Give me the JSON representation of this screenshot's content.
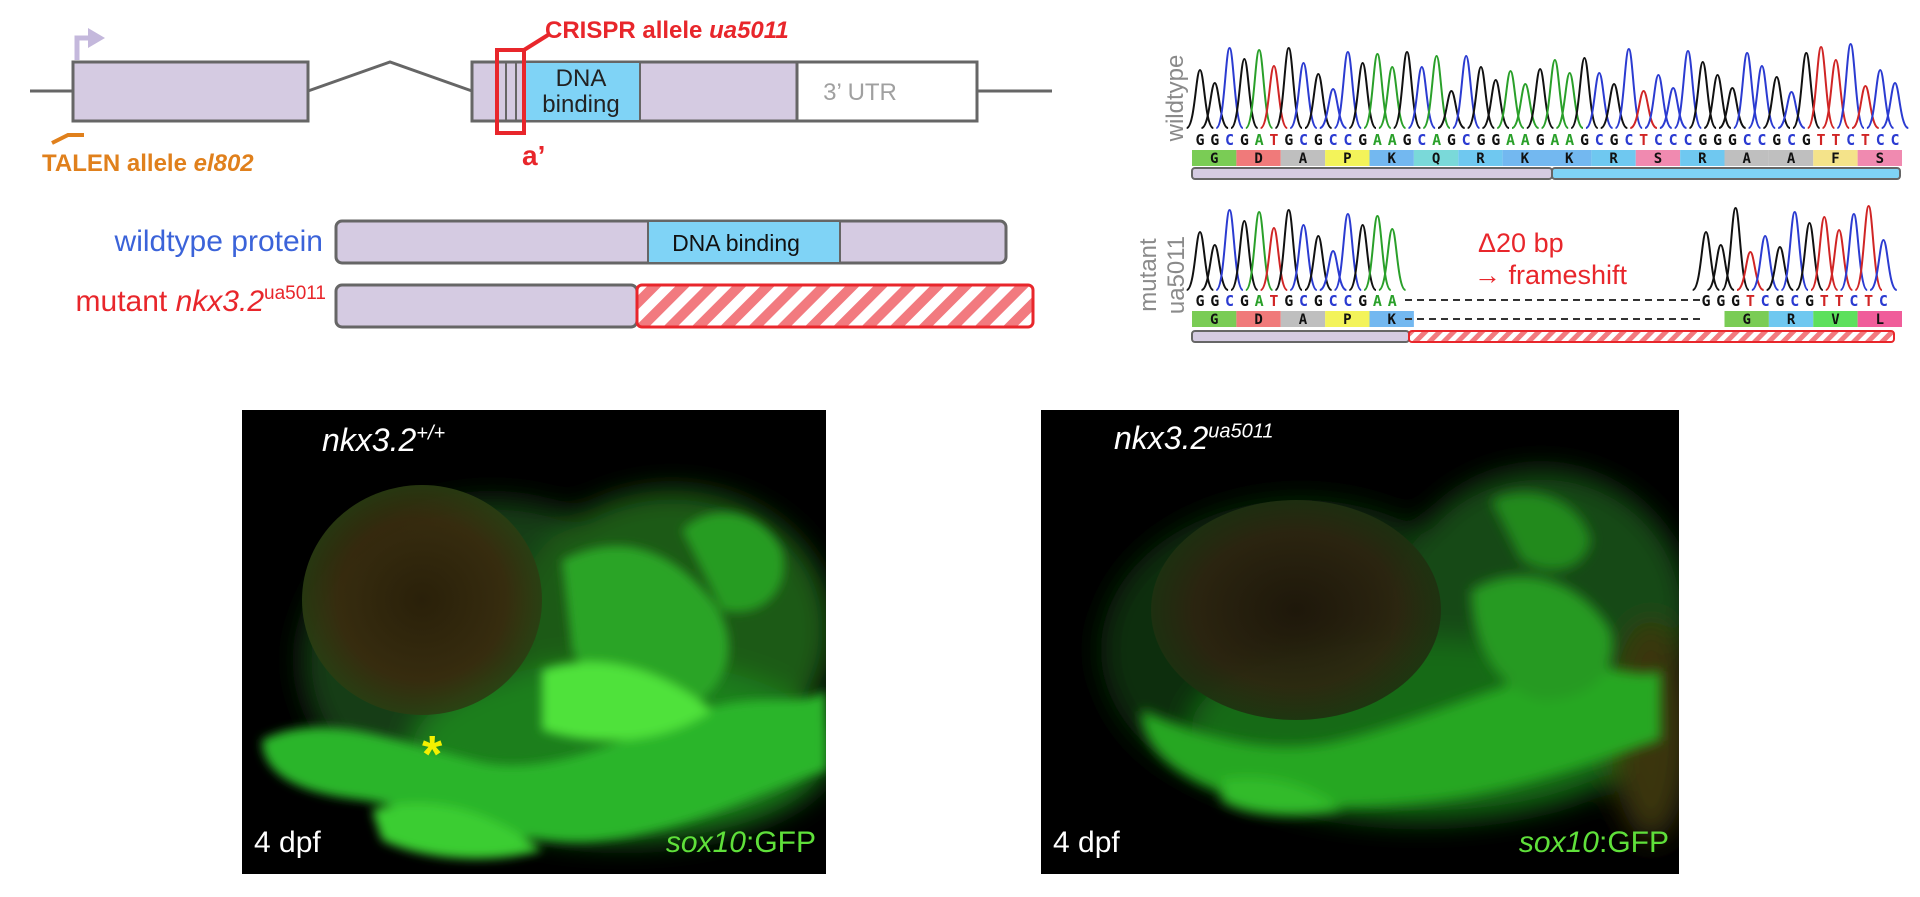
{
  "colors": {
    "exon_fill": "#d5cbe2",
    "dna_binding_fill": "#7fd3f6",
    "wildtype_label": "#3b63d9",
    "mutant_label": "#e8262b",
    "talen_orange": "#e0801c",
    "utr_text": "#a0a0a0",
    "gfp_green": "#35d12b",
    "asterisk": "#f4f000"
  },
  "gene_diagram": {
    "dna_binding_label_line1": "DNA",
    "dna_binding_label_line2": "binding",
    "utr_label": "3’ UTR",
    "crispr_label": "CRISPR allele ",
    "crispr_allele": "ua5011",
    "crispr_panel_ref": "a’",
    "talen_label": "TALEN allele ",
    "talen_allele": "el802"
  },
  "protein_diagram": {
    "wildtype_label": "wildtype protein",
    "wildtype_domain_label": "DNA binding",
    "mutant_prefix": "mutant ",
    "mutant_gene": "nkx3.2",
    "mutant_superscript": "ua5011"
  },
  "chromatogram": {
    "wildtype_label": "wildtype",
    "mutant_label_line1": "mutant",
    "mutant_label_line2": "ua5011",
    "wildtype_sequence": "GGCGATGCGCCGAAGCAGCGGAAGAAGCGCTCCCGGGCCGCGTTCTCC",
    "wildtype_aminoacids": [
      "G",
      "D",
      "A",
      "P",
      "K",
      "Q",
      "R",
      "K",
      "K",
      "R",
      "S",
      "R",
      "A",
      "A",
      "F",
      "S"
    ],
    "mutant_sequence_left": "GGCGATGCGCCGAA",
    "mutant_sequence_right": "GGGTCGCGTTCTC",
    "mutant_aminoacids_left": [
      "G",
      "D",
      "A",
      "P",
      "K"
    ],
    "mutant_aminoacids_right": [
      "G",
      "R",
      "V",
      "L"
    ],
    "deletion_label": "Δ20 bp",
    "frameshift_label": "frameshift"
  },
  "photos": {
    "left": {
      "genotype": "nkx3.2",
      "genotype_superscript": "+/+",
      "age": "4 dpf",
      "marker_gene": "sox10",
      "marker_suffix": ":GFP",
      "annotation": "*"
    },
    "right": {
      "genotype": "nkx3.2",
      "genotype_superscript": "ua5011",
      "age": "4 dpf",
      "marker_gene": "sox10",
      "marker_suffix": ":GFP"
    }
  }
}
